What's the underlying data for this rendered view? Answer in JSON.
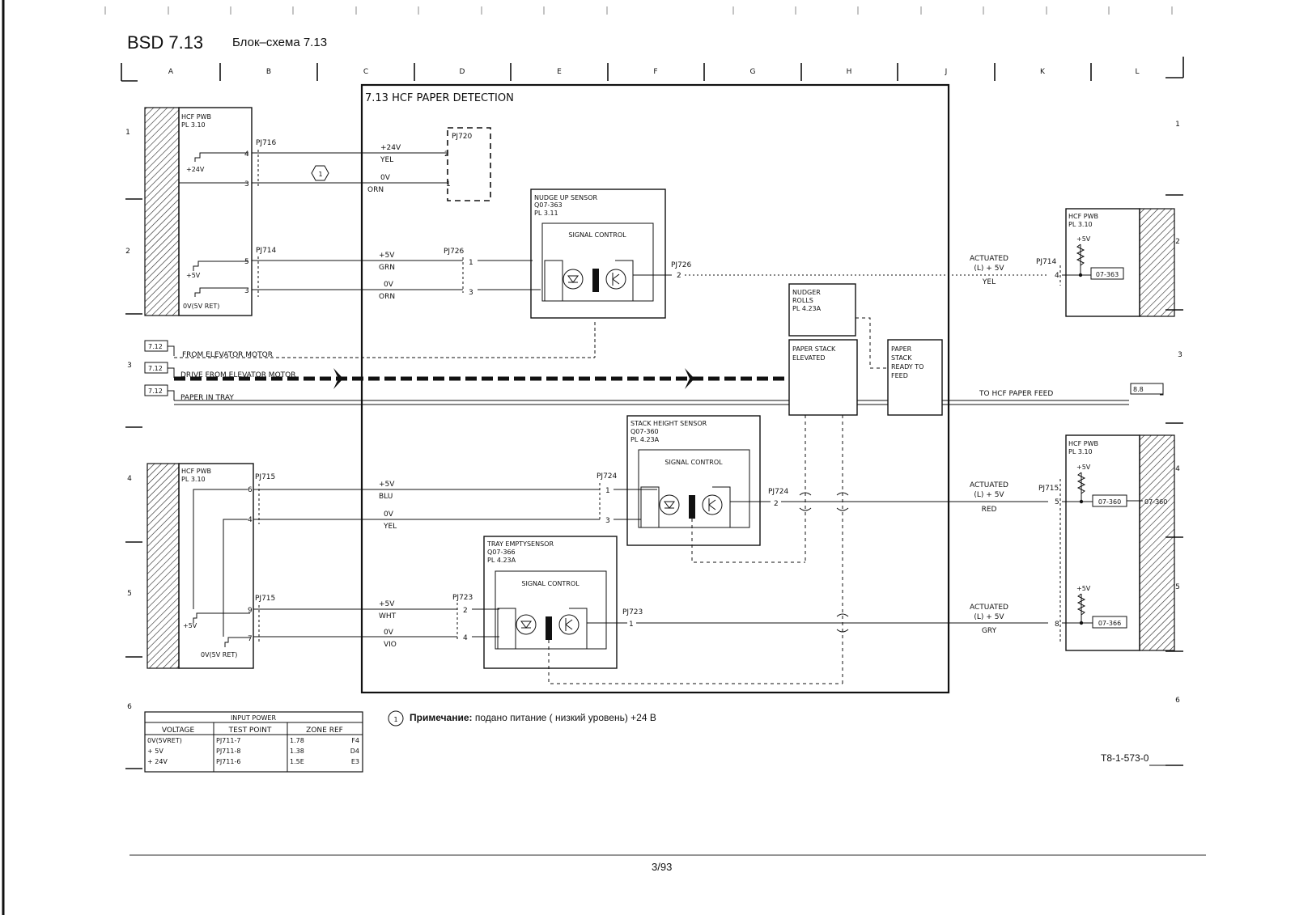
{
  "header": {
    "bsd": "BSD 7.13",
    "ru_title": "Блок–схема 7.13"
  },
  "columns": [
    "A",
    "B",
    "C",
    "D",
    "E",
    "F",
    "G",
    "H",
    "J",
    "K",
    "L"
  ],
  "rows": [
    "1",
    "2",
    "3",
    "4",
    "5",
    "6"
  ],
  "main_block": {
    "title": "7.13 HCF PAPER DETECTION"
  },
  "left_pwb": {
    "top_title": "HCF PWB",
    "top_pl": "PL 3.10",
    "bottom_title": "HCF PWB",
    "bottom_pl": "PL 3.10",
    "v24": "+24V",
    "v5": "+5V",
    "ret": "0V(5V RET)",
    "b_v5": "+5V",
    "b_ret": "0V(5V RET)"
  },
  "connectors": {
    "pj716": "PJ716",
    "pj714": "PJ714",
    "pj715a": "PJ715",
    "pj715b": "PJ715",
    "pj720": "PJ720",
    "pj726a": "PJ726",
    "pj726b": "PJ726",
    "pj724a": "PJ724",
    "pj724b": "PJ724",
    "pj723a": "PJ723",
    "pj723b": "PJ723",
    "pj714r": "PJ714",
    "pj715r": "PJ715"
  },
  "pins": {
    "p716_4": "4",
    "p716_3": "3",
    "p714_5": "5",
    "p714_3": "3",
    "p715_6": "6",
    "p715_4": "4",
    "p715_9": "9",
    "p715_7": "7",
    "p720_2": "2",
    "p720_1": "1",
    "p726_1": "1",
    "p726_3": "3",
    "p726_2": "2",
    "p724_1": "1",
    "p724_3": "3",
    "p724_2": "2",
    "p723_2": "2",
    "p723_4": "4",
    "p723_1": "1",
    "r714_4": "4",
    "r715_5": "5",
    "r715_8": "8"
  },
  "wires": {
    "w1v": "+24V",
    "w1c": "YEL",
    "w2v": "0V",
    "w2c": "ORN",
    "w3v": "+5V",
    "w3c": "GRN",
    "w4v": "0V",
    "w4c": "ORN",
    "w5v": "+5V",
    "w5c": "BLU",
    "w6v": "0V",
    "w6c": "YEL",
    "w7v": "+5V",
    "w7c": "WHT",
    "w8v": "0V",
    "w8c": "VIO"
  },
  "note_marker": "1",
  "sensors": {
    "nudge": {
      "name": "NUDGE UP SENSOR",
      "code": "Q07-363",
      "pl": "PL 3.11",
      "sc": "SIGNAL CONTROL"
    },
    "stack": {
      "name": "STACK HEIGHT SENSOR",
      "code": "Q07-360",
      "pl": "PL 4.23A",
      "sc": "SIGNAL CONTROL"
    },
    "tray": {
      "name": "TRAY EMPTYSENSOR",
      "code": "Q07-366",
      "pl": "PL 4.23A",
      "sc": "SIGNAL CONTROL"
    }
  },
  "blocks": {
    "nudger": [
      "NUDGER",
      "ROLLS",
      "PL 4.23A"
    ],
    "stack_elev": [
      "PAPER STACK",
      "ELEVATED"
    ],
    "ready": [
      "PAPER",
      "STACK",
      "READY TO",
      "FEED"
    ]
  },
  "signals": {
    "ref1": "7.12",
    "ref2": "7.12",
    "ref3": "7.12",
    "from_motor": "FROM ELEVATOR MOTOR",
    "drive_motor": "DRIVE FROM ELEVATOR MOTOR",
    "paper_tray": "PAPER IN TRAY",
    "to_feed": "TO HCF PAPER FEED",
    "to_ref": "8.8"
  },
  "actuated": {
    "a1": "ACTUATED",
    "a1l": "(L) + 5V",
    "a1c": "YEL",
    "a2": "ACTUATED",
    "a2l": "(L) + 5V",
    "a2c": "RED",
    "a3": "ACTUATED",
    "a3l": "(L) + 5V",
    "a3c": "GRY"
  },
  "right_pwb": {
    "top_title": "HCF PWB",
    "top_pl": "PL 3.10",
    "top_v": "+5V",
    "top_code": "07-363",
    "bot_title": "HCF PWB",
    "bot_pl": "PL 3.10",
    "bot_v1": "+5V",
    "bot_code1": "07-360",
    "bot_code1_out": "07-360",
    "bot_v2": "+5V",
    "bot_code2": "07-366"
  },
  "power_table": {
    "title": "INPUT POWER",
    "headers": [
      "VOLTAGE",
      "TEST POINT",
      "ZONE REF"
    ],
    "rows": [
      {
        "v": "0V(5VRET)",
        "tp": "PJ711-7",
        "zr": "1.78",
        "zc": "F4"
      },
      {
        "v": "+ 5V",
        "tp": "PJ711-8",
        "zr": "1.38",
        "zc": "D4"
      },
      {
        "v": "+ 24V",
        "tp": "PJ711-6",
        "zr": "1.5E",
        "zc": "E3"
      }
    ]
  },
  "footer_note": {
    "marker": "1",
    "label": "Примечание:",
    "text": " подано питание ( низкий уровень) +24 В"
  },
  "doc_id": "T8-1-573-0",
  "page_number": "3/93"
}
